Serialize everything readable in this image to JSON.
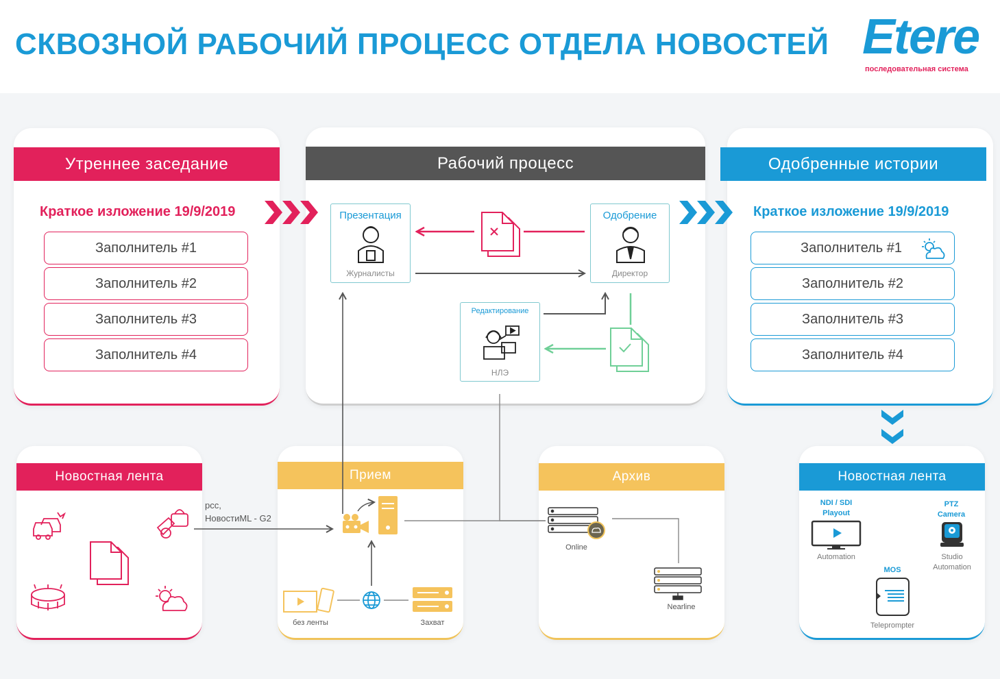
{
  "header": {
    "title": "СКВОЗНОЙ РАБОЧИЙ ПРОЦЕСС ОТДЕЛА НОВОСТЕЙ",
    "logo": "Etere",
    "logo_sub": "последовательная система"
  },
  "morning": {
    "title": "Утреннее заседание",
    "summary": "Краткое изложение 19/9/2019",
    "items": [
      "Заполнитель #1",
      "Заполнитель #2",
      "Заполнитель #3",
      "Заполнитель #4"
    ]
  },
  "workflow": {
    "title": "Рабочий процесс",
    "presentation": {
      "title": "Презентация",
      "sub": "Журналисты"
    },
    "approval": {
      "title": "Одобрение",
      "sub": "Директор"
    },
    "editing": {
      "title": "Редактирование",
      "sub": "НЛЭ"
    }
  },
  "approved": {
    "title": "Одобренные истории",
    "summary": "Краткое изложение 19/9/2019",
    "items": [
      "Заполнитель #1",
      "Заполнитель #2",
      "Заполнитель #3",
      "Заполнитель #4"
    ]
  },
  "newsfeed": {
    "title": "Новостная лента",
    "feed_label_1": "рсс,",
    "feed_label_2": "НовостиML - G2"
  },
  "ingest": {
    "title": "Прием",
    "tapeless": "без ленты",
    "capture": "Захват"
  },
  "archive": {
    "title": "Архив",
    "online": "Online",
    "nearline": "Nearline"
  },
  "playout": {
    "title": "Новостная лента",
    "ndi_1": "NDI / SDI",
    "ndi_2": "Playout",
    "automation": "Automation",
    "ptz_1": "PTZ",
    "ptz_2": "Camera",
    "studio_1": "Studio",
    "studio_2": "Automation",
    "mos": "MOS",
    "teleprompter": "Teleprompter"
  },
  "colors": {
    "red": "#e2215b",
    "blue": "#1a9ad6",
    "gray": "#555555",
    "yellow": "#f5c35c",
    "green": "#6fcf97"
  }
}
